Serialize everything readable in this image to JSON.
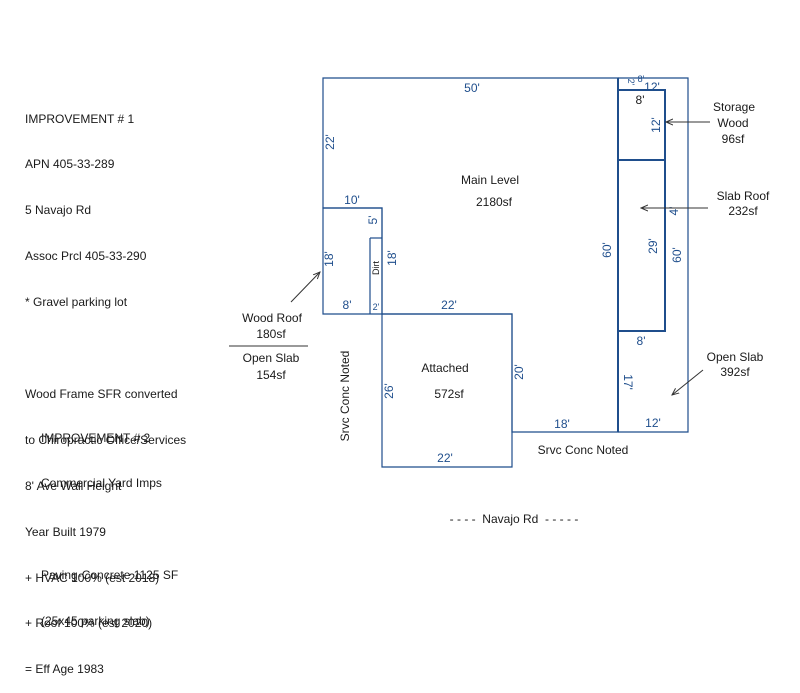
{
  "notes": {
    "improvement1": [
      "IMPROVEMENT # 1",
      "APN 405-33-289",
      "5 Navajo Rd",
      "Assoc Prcl 405-33-290",
      "* Gravel parking lot",
      "",
      "Wood Frame SFR converted",
      "to Chiropractic Office/Services",
      "8' Ave Wall Height",
      "Year Built 1979",
      "+ HVAC 100% (est 2018)",
      "+ Roof 100% (est 2020)",
      "= Eff Age 1983"
    ],
    "improvement2": [
      "IMPROVEMENT # 2",
      "Commercial Yard Imps",
      "",
      "Paving-Concrete 1125 SF",
      "(25x45 parking slab)"
    ]
  },
  "sketch": {
    "areas": {
      "main_name": "Main Level",
      "main_sf": "2180sf",
      "attached_name": "Attached",
      "attached_sf": "572sf",
      "storage_line1": "Storage",
      "storage_line2": "Wood",
      "storage_sf": "96sf",
      "slab_roof_name": "Slab Roof",
      "slab_roof_sf": "232sf",
      "open_slab_r_name": "Open Slab",
      "open_slab_r_sf": "392sf",
      "wood_roof_name": "Wood Roof",
      "wood_roof_sf": "180sf",
      "open_slab_l_name": "Open Slab",
      "open_slab_l_sf": "154sf"
    },
    "dims": {
      "top_50": "50'",
      "left_22": "22'",
      "ten": "10'",
      "five": "5'",
      "left18": "18'",
      "mid18": "18'",
      "eight_bottom": "8'",
      "two_small": "2'",
      "dirt": "Dirt",
      "twenty_two_top": "22'",
      "twenty_six": "26'",
      "twenty_two_bottom": "22'",
      "twenty": "20'",
      "eighteen_bottom": "18'",
      "sixty_inner": "60'",
      "sixty_outer": "60'",
      "seventeen": "17'",
      "twelve_bottom": "12'",
      "eight_lower": "8'",
      "twenty_nine": "29'",
      "four": "4'",
      "twelve_top": "12'",
      "twelve_side": "12'",
      "eight_top": "8'",
      "two_top": "2'",
      "eight_corner": "8'"
    },
    "labels": {
      "srvc_vertical": "Srvc Conc Noted",
      "srvc_horizontal": "Srvc Conc Noted",
      "road": "- - - -  Navajo Rd  - - - - -"
    }
  }
}
